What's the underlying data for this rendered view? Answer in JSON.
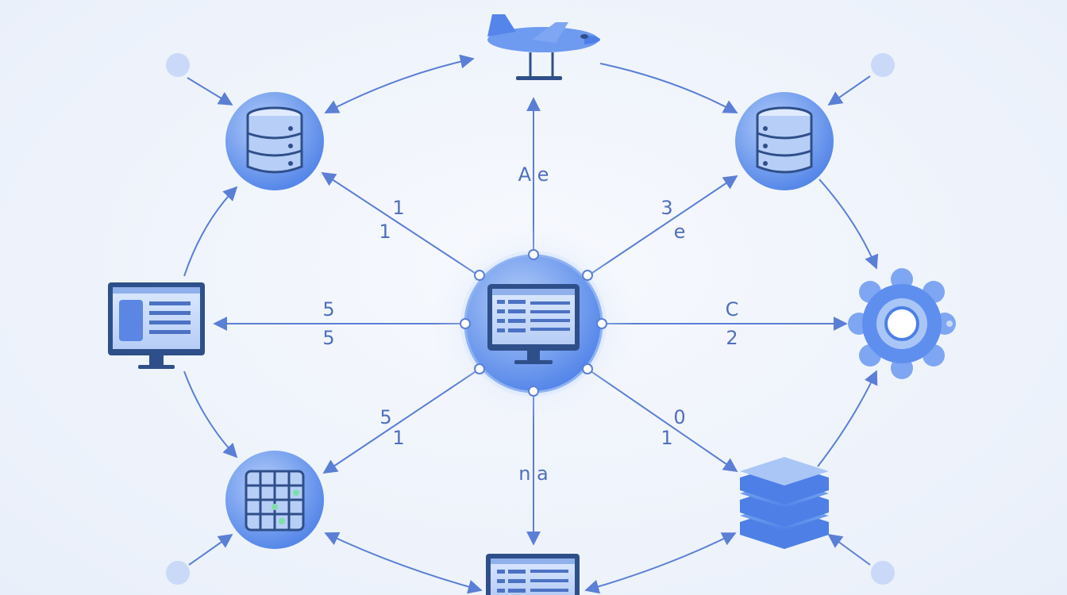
{
  "colors": {
    "line": "#5b7fd6",
    "node_light": "#a9c6f6",
    "node_dark": "#4d7fe6",
    "icon_dark": "#2f4f8a",
    "dot": "#c9d9f7"
  },
  "edge_labels": {
    "top": "A e",
    "upper_left_1": "1",
    "upper_left_2": "1",
    "upper_right_1": "3",
    "upper_right_2": "e",
    "left_1": "5",
    "left_2": "5",
    "right_1": "C",
    "right_2": "2",
    "lower_left_1": "5",
    "lower_left_2": "1",
    "lower_right_1": "0",
    "lower_right_2": "1",
    "bottom": "n a"
  },
  "nodes": {
    "center": "monitor-icon",
    "top": "airplane-icon",
    "top_left": "database-icon",
    "top_right": "database-icon",
    "left": "monitor-icon",
    "right": "gear-icon",
    "bottom_left": "grid-icon",
    "bottom_right": "stack-icon",
    "bottom": "monitor-icon"
  }
}
